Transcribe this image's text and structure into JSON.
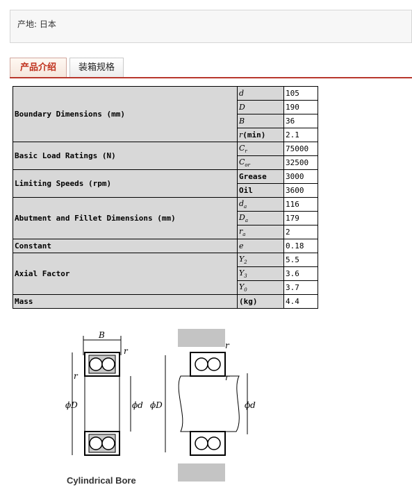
{
  "origin": {
    "label": "产地: 日本"
  },
  "tabs": [
    {
      "label": "产品介绍"
    },
    {
      "label": "装箱规格"
    }
  ],
  "spec": {
    "boundary": {
      "label": "Boundary Dimensions (mm)",
      "d": "105",
      "D": "190",
      "B": "36",
      "r_min": "2.1"
    },
    "load": {
      "label": "Basic Load Ratings (N)",
      "cr": "75000",
      "cor": "32500"
    },
    "speed": {
      "label": "Limiting Speeds (rpm)",
      "grease_label": "Grease",
      "grease": "3000",
      "oil_label": "Oil",
      "oil": "3600"
    },
    "abutment": {
      "label": "Abutment and Fillet Dimensions (mm)",
      "da": "116",
      "Da": "179",
      "ra": "2"
    },
    "constant": {
      "label": "Constant",
      "e": "0.18"
    },
    "axial": {
      "label": "Axial Factor",
      "y2": "5.5",
      "y3": "3.6",
      "y0": "3.7"
    },
    "mass": {
      "label": "Mass",
      "unit": "(kg)",
      "value": "4.4"
    }
  },
  "drawing": {
    "caption": "Cylindrical Bore",
    "labels": {
      "B": "B",
      "r1": "r",
      "r2": "r",
      "phiD": "ϕD",
      "phid": "ϕd",
      "phiDa": "ϕD",
      "phida": "ϕd",
      "ra1": "r",
      "ra2": "r"
    }
  }
}
